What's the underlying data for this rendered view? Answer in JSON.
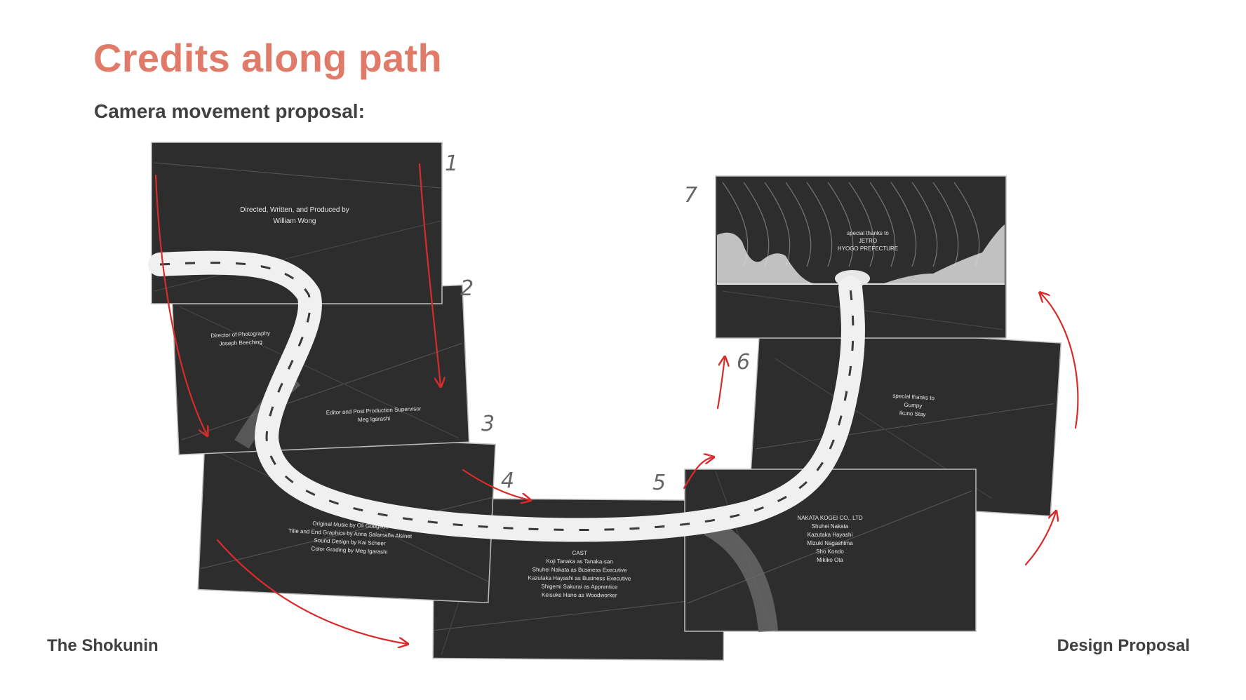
{
  "slide": {
    "title": "Credits along path",
    "subtitle": "Camera movement proposal:",
    "footer_left": "The Shokunin",
    "footer_right": "Design Proposal"
  },
  "colors": {
    "title": "#E07B6A",
    "text_dark": "#404040",
    "panel_bg": "#2d2d2d",
    "road": "#f0f0f0",
    "arrow": "#d92b2b"
  },
  "frames": [
    {
      "number": "1",
      "lines": [
        "Directed, Written, and Produced by",
        "William Wong"
      ]
    },
    {
      "number": "2",
      "lines": [
        "Director of Photography",
        "Joseph Beeching"
      ],
      "lines_b": [
        "Editor and Post Production Supervisor",
        "Meg Igarashi"
      ]
    },
    {
      "number": "3",
      "lines": [
        "Original Music by Oli Gudgeon",
        "Title and End Graphics by Anna Salamaña Alsinet",
        "Sound Design by Kai Scheer",
        "Color Grading by Meg Igarashi"
      ]
    },
    {
      "number": "4",
      "lines": [
        "CAST",
        "Koji Tanaka as Tanaka-san",
        "Shuhei Nakata as Business Executive",
        "Kazutaka Hayashi as Business Executive",
        "Shigemi Sakurai as Apprentice",
        "Keisuke Hano as Woodworker"
      ]
    },
    {
      "number": "5",
      "lines": [
        "NAKATA KOGEI CO., LTD",
        "Shuhei Nakata",
        "Kazutaka Hayashi",
        "Mizuki Nagashima",
        "Sho Kondo",
        "Mikiko Ota"
      ]
    },
    {
      "number": "6",
      "lines": [
        "special thanks to",
        "Gumpy",
        "Ikuno Stay"
      ]
    },
    {
      "number": "7",
      "lines": [
        "special thanks to",
        "JETRO",
        "HYOGO PREFECTURE"
      ]
    }
  ]
}
